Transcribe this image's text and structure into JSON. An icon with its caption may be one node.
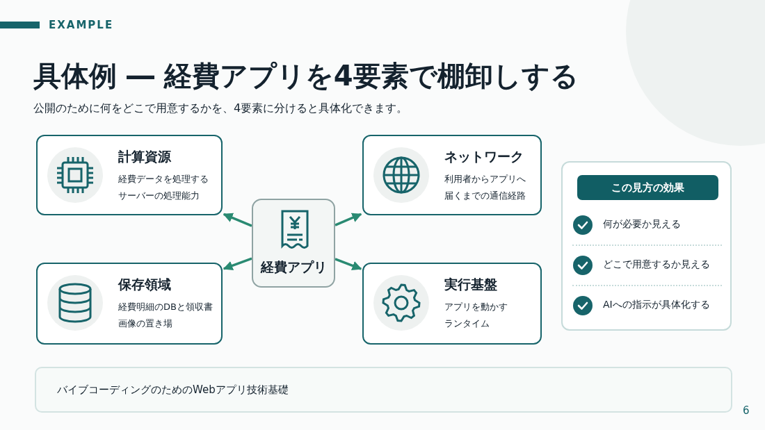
{
  "diagram": {
    "title": "具体例 ― 経費アプリを4要素で棚卸しする",
    "nodes": [
      {
        "text": [
          "計算資源",
          "経費データを処理するサーバーの処理能力"
        ]
      },
      {
        "text": [
          "ネットワーク",
          "利用者からアプリへ届くまでの通信経路"
        ]
      },
      {
        "text": [
          "経費アプリ"
        ]
      },
      {
        "text": [
          "保存領域",
          "経費明細のDBと領収書画像の置き場"
        ]
      },
      {
        "text": [
          "実行基盤",
          "アプリを動かすランタイム"
        ]
      },
      {
        "text": [
          "何が必要か見える",
          "どこで用意するか見える",
          "AIへの指示が具体化する"
        ]
      },
      {
        "text": [
          "この見方の効果"
        ],
        "in": 5
      },
      {
        "text": [
          "バイブコーディングのためのWebアプリ技術基礎"
        ]
      }
    ],
    "edges": [
      {
        "from": 2,
        "to": 0,
        "arrow": "to"
      },
      {
        "from": 2,
        "to": 1,
        "arrow": "to"
      },
      {
        "from": 2,
        "to": 3,
        "arrow": "to"
      },
      {
        "from": 2,
        "to": 4,
        "arrow": "to"
      }
    ],
    "labels": [
      "EXAMPLE",
      "公開のために何をどこで用意するかを、4要素に分けると具体化できます。",
      "6"
    ]
  }
}
